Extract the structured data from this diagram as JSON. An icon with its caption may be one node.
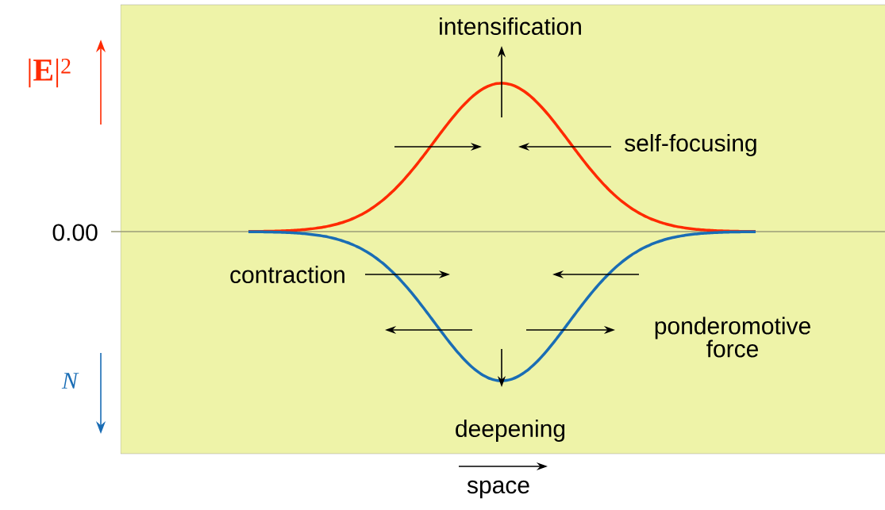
{
  "diagram": {
    "labels": [
      "intensification",
      "self-focusing",
      "|**E**|$^{2}$",
      "0.00",
      "contraction",
      "ponderomotive force",
      "N",
      "deepening",
      "space"
    ]
  }
}
